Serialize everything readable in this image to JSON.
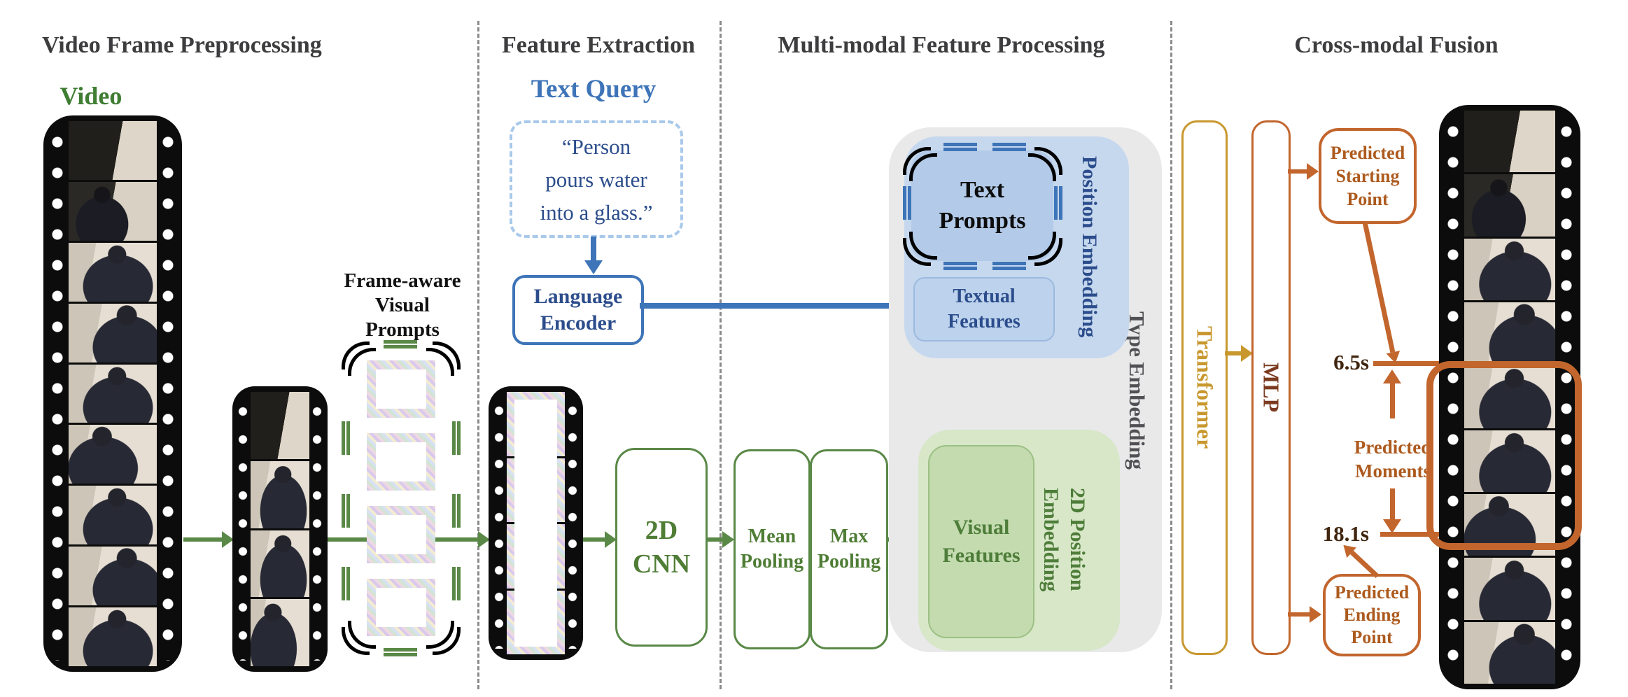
{
  "headers": {
    "preprocessing": "Video Frame Preprocessing",
    "feature_extraction": "Feature Extraction",
    "multimodal": "Multi-modal Feature Processing",
    "fusion": "Cross-modal Fusion"
  },
  "preprocessing": {
    "video_label": "Video",
    "prompts_label_lines": [
      "Frame-aware",
      "Visual",
      "Prompts"
    ]
  },
  "feature_extraction": {
    "text_query_title": "Text Query",
    "query_lines": [
      "“Person",
      "pours water",
      "into a glass.”"
    ],
    "language_encoder_lines": [
      "Language",
      "Encoder"
    ],
    "cnn_lines": [
      "2D",
      "CNN"
    ]
  },
  "multimodal": {
    "mean_pooling_lines": [
      "Mean",
      "Pooling"
    ],
    "max_pooling_lines": [
      "Max",
      "Pooling"
    ],
    "text_prompts_lines": [
      "Text",
      "Prompts"
    ],
    "position_embedding": "Position Embedding",
    "textual_features_lines": [
      "Textual",
      "Features"
    ],
    "type_embedding": "Type Embedding",
    "visual_features_lines": [
      "Visual",
      "Features"
    ],
    "position_embedding_2d": "2D Position Embedding"
  },
  "fusion": {
    "transformer": "Transformer",
    "mlp": "MLP",
    "predicted_start_lines": [
      "Predicted",
      "Starting",
      "Point"
    ],
    "predicted_end_lines": [
      "Predicted",
      "Ending",
      "Point"
    ],
    "predicted_moments_lines": [
      "Predicted",
      "Moments"
    ],
    "start_time": "6.5s",
    "end_time": "18.1s"
  },
  "colors": {
    "green": "#5a8947",
    "green_text": "#4f7d35",
    "blue": "#3e74b8",
    "blue_dark_text": "#2c4d8c",
    "gold": "#c8982f",
    "orange": "#c2662d",
    "orange_text": "#ad5a1e",
    "header_gray": "#3d3d3f",
    "region_gray": "#e9e9ea",
    "region_blue": "#c6d8ee",
    "region_green": "#d7e7c8"
  }
}
